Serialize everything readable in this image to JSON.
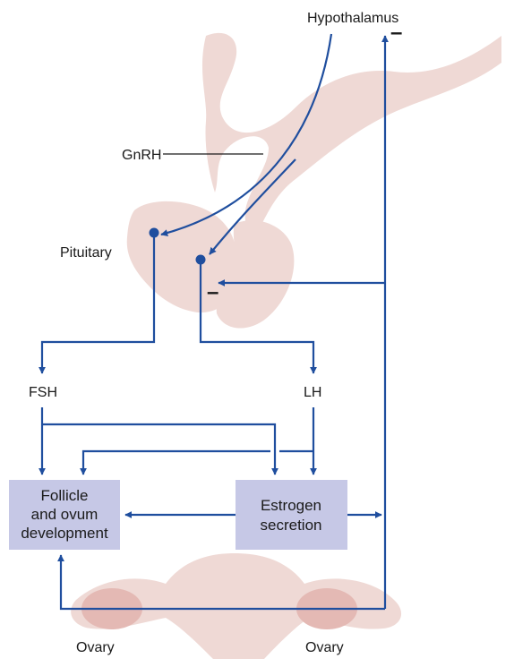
{
  "labels": {
    "hypothalamus": "Hypothalamus",
    "gnrh": "GnRH",
    "pituitary": "Pituitary",
    "fsh": "FSH",
    "lh": "LH",
    "ovary_left": "Ovary",
    "ovary_right": "Ovary",
    "inhibition_top": "–",
    "inhibition_pituitary": "–"
  },
  "boxes": {
    "follicle": [
      "Follicle",
      "and ovum",
      "development"
    ],
    "estrogen": [
      "Estrogen",
      "secretion"
    ]
  },
  "colors": {
    "arrow": "#1f4e9e",
    "box_fill": "#c6c8e6",
    "anatomy": "#efd9d5",
    "ovary": "#e4b9b4"
  }
}
